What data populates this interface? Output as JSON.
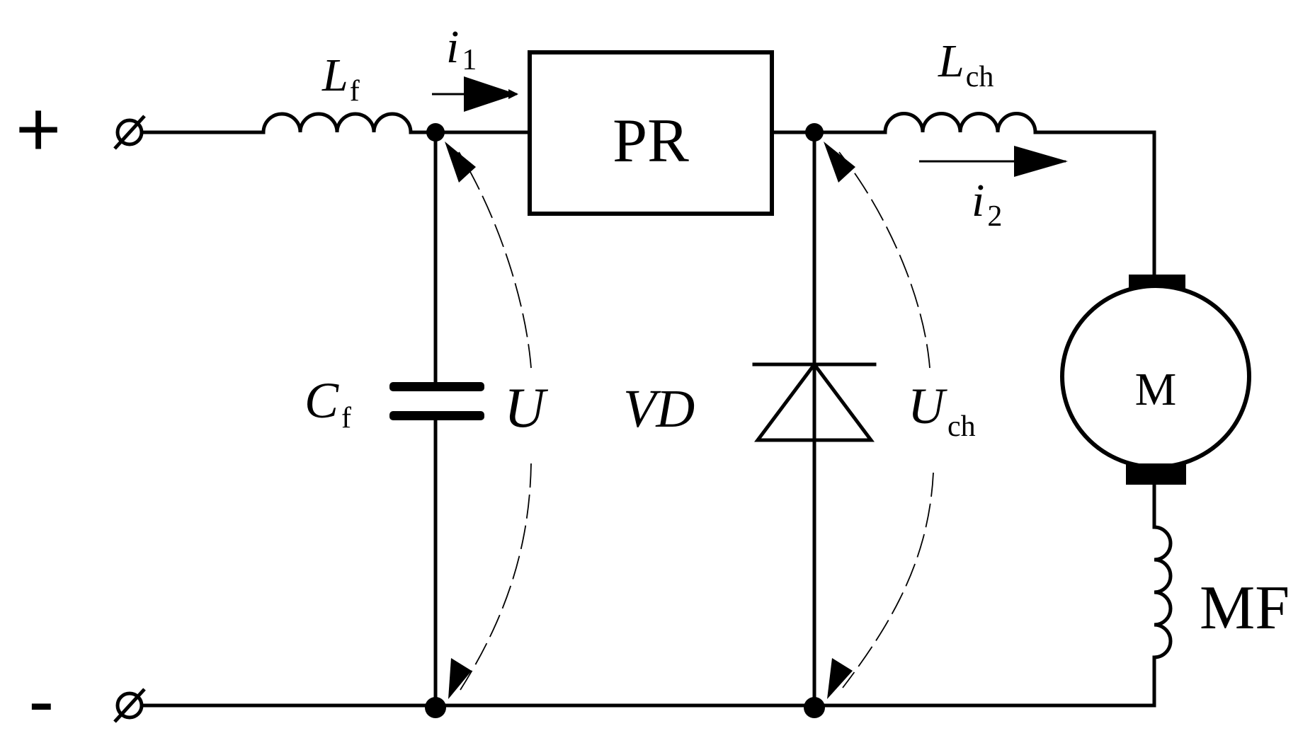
{
  "terminals": {
    "positive": "+",
    "negative": "-",
    "connector_symbol": "⌀"
  },
  "components": {
    "filter_inductor": {
      "label": "L",
      "sub": "f"
    },
    "filter_capacitor": {
      "label": "C",
      "sub": "f"
    },
    "regulator": {
      "label": "PR"
    },
    "diode": {
      "label": "VD"
    },
    "choke": {
      "label": "L",
      "sub": "ch"
    },
    "motor": {
      "label": "M"
    },
    "field_winding": {
      "label": "MF"
    }
  },
  "currents": {
    "input": {
      "label": "i",
      "sub": "1"
    },
    "output": {
      "label": "i",
      "sub": "2"
    }
  },
  "voltages": {
    "input": {
      "label": "U"
    },
    "output": {
      "label": "U",
      "sub": "ch"
    }
  }
}
